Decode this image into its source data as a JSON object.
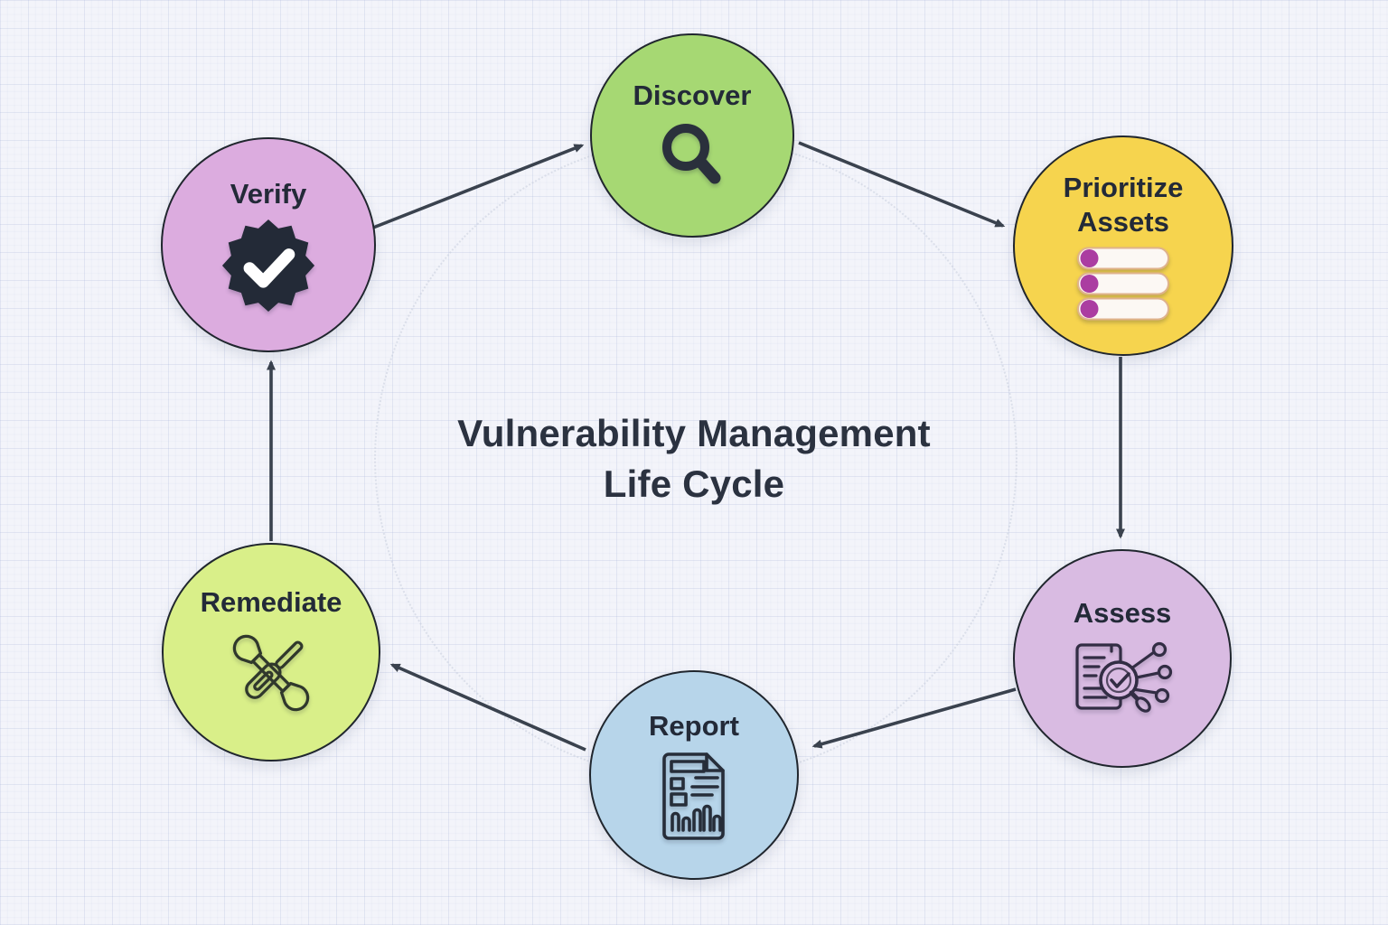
{
  "title": {
    "line1": "Vulnerability Management",
    "line2": "Life Cycle",
    "full": "Vulnerability Management Life Cycle"
  },
  "nodes": [
    {
      "id": "discover",
      "label": "Discover",
      "color": "#a6d873",
      "icon": "magnifier-icon"
    },
    {
      "id": "prioritize",
      "label": "Prioritize Assets",
      "color": "#f6d44e",
      "icon": "priority-list-icon"
    },
    {
      "id": "assess",
      "label": "Assess",
      "color": "#d9bbe2",
      "icon": "document-scan-icon"
    },
    {
      "id": "report",
      "label": "Report",
      "color": "#b7d5ea",
      "icon": "report-chart-icon"
    },
    {
      "id": "remediate",
      "label": "Remediate",
      "color": "#d9ef89",
      "icon": "crossed-tools-icon"
    },
    {
      "id": "verify",
      "label": "Verify",
      "color": "#dcacdf",
      "icon": "verified-badge-icon"
    }
  ],
  "flow": [
    {
      "from": "Discover",
      "to": "Prioritize Assets"
    },
    {
      "from": "Prioritize Assets",
      "to": "Assess"
    },
    {
      "from": "Assess",
      "to": "Report"
    },
    {
      "from": "Report",
      "to": "Remediate"
    },
    {
      "from": "Remediate",
      "to": "Verify"
    },
    {
      "from": "Verify",
      "to": "Discover"
    }
  ],
  "colors": {
    "arrow": "#3a424e",
    "title_text": "#2b3240",
    "label_text": "#232a38",
    "background": "#f3f4fa",
    "priority_dot": "#ab3da1",
    "badge_fill": "#232a37"
  }
}
